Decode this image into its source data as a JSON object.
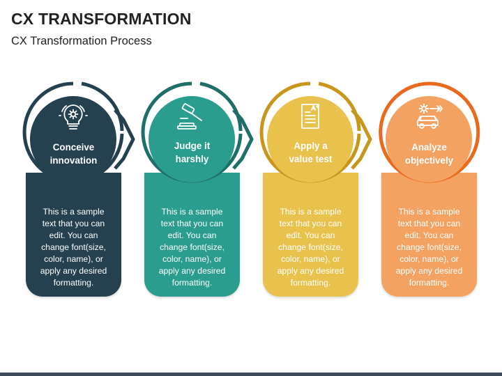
{
  "header": {
    "title": "CX TRANSFORMATION",
    "subtitle": "CX Transformation Process"
  },
  "steps": [
    {
      "label_line1": "Conceive",
      "label_line2": "innovation",
      "icon": "lightbulb-gear-icon",
      "fill": "#25414f",
      "ring": "#25414f",
      "text": [
        "This is a sample",
        "text that you can",
        "edit. You can",
        "change font(size,",
        "color, name), or",
        "apply any desired",
        "formatting."
      ]
    },
    {
      "label_line1": "Judge it",
      "label_line2": "harshly",
      "icon": "gavel-icon",
      "fill": "#2a9d8f",
      "ring": "#1f6f69",
      "text": [
        "This is a sample",
        "text that you can",
        "edit. You can",
        "change font(size,",
        "color, name), or",
        "apply any desired",
        "formatting."
      ]
    },
    {
      "label_line1": "Apply a",
      "label_line2": "value test",
      "icon": "graded-test-icon",
      "fill": "#e9c24e",
      "ring": "#c9961c",
      "text": [
        "This is a sample",
        "text that you can",
        "edit. You can",
        "change font(size,",
        "color, name), or",
        "apply any desired",
        "formatting."
      ]
    },
    {
      "label_line1": "Analyze",
      "label_line2": "objectively",
      "icon": "car-target-icon",
      "fill": "#f4a261",
      "ring": "#ea6a1d",
      "text": [
        "This is a sample",
        "text that you can",
        "edit. You can",
        "change font(size,",
        "color, name), or",
        "apply any desired",
        "formatting."
      ]
    }
  ]
}
